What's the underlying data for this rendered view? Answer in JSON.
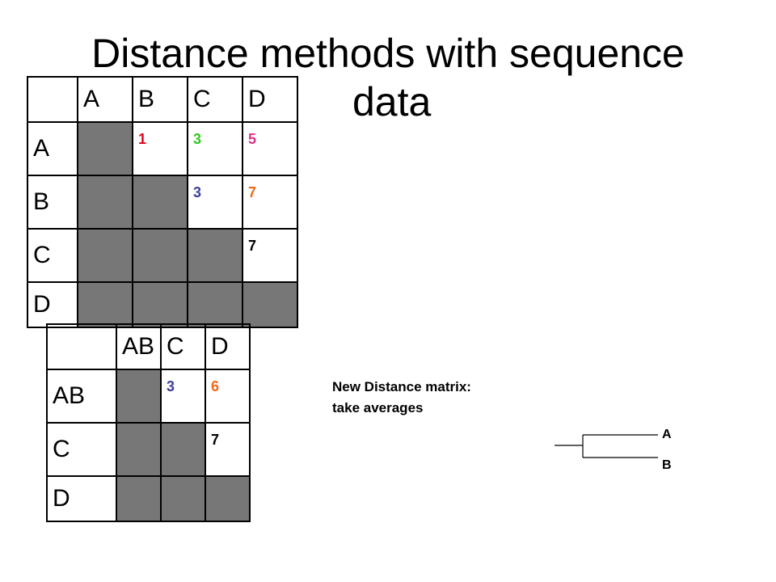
{
  "title": {
    "line1": "Distance methods with sequence",
    "line2": "data"
  },
  "matrix1": {
    "headers": [
      "A",
      "B",
      "C",
      "D"
    ],
    "rows": [
      {
        "label": "A",
        "values": [
          "",
          "1",
          "3",
          "5"
        ]
      },
      {
        "label": "B",
        "values": [
          "",
          "",
          "3",
          "7"
        ]
      },
      {
        "label": "C",
        "values": [
          "",
          "",
          "",
          "7"
        ]
      },
      {
        "label": "D",
        "values": [
          "",
          "",
          "",
          ""
        ]
      }
    ],
    "colors": {
      "1": "#e8001c",
      "3a": "#2ecc1a",
      "5": "#e0308a",
      "3b": "#3d3d9e",
      "7a": "#ef6a1a",
      "7b": "#000000"
    }
  },
  "matrix2": {
    "headers": [
      "AB",
      "C",
      "D"
    ],
    "rows": [
      {
        "label": "AB",
        "values": [
          "",
          "3",
          "6"
        ]
      },
      {
        "label": "C",
        "values": [
          "",
          "",
          "7"
        ]
      },
      {
        "label": "D",
        "values": [
          "",
          "",
          ""
        ]
      }
    ],
    "colors": {
      "3": "#3d3d9e",
      "6": "#ef6a1a",
      "7": "#000000"
    }
  },
  "note": {
    "line1": "New Distance matrix:",
    "line2": "take averages"
  },
  "tree": {
    "leaf1": "A",
    "leaf2": "B"
  }
}
